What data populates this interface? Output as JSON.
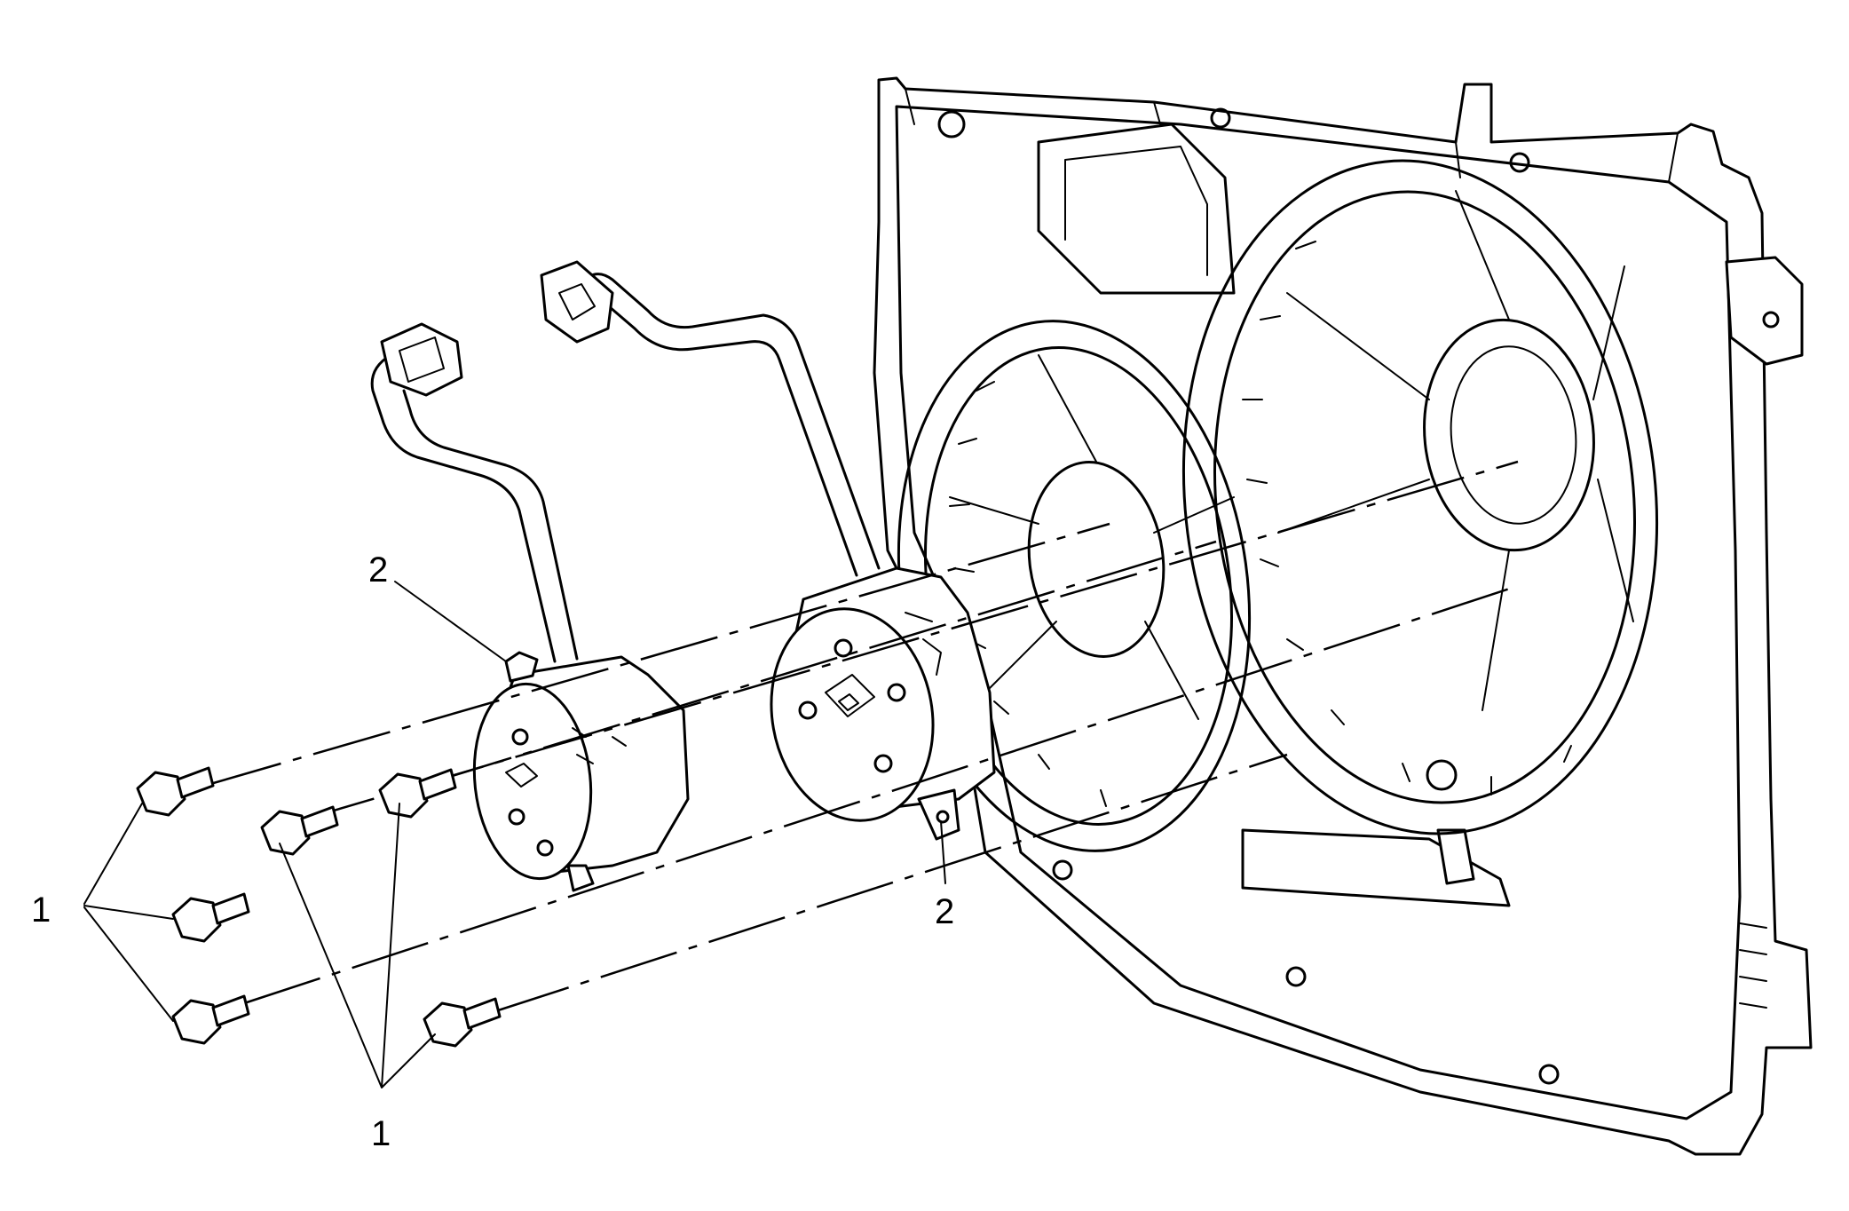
{
  "callouts": {
    "bolt_group_left": "1",
    "bolt_group_bottom": "1",
    "motor_left_label": "2",
    "motor_center_label": "2"
  },
  "colors": {
    "line": "#000000",
    "background": "#ffffff"
  }
}
